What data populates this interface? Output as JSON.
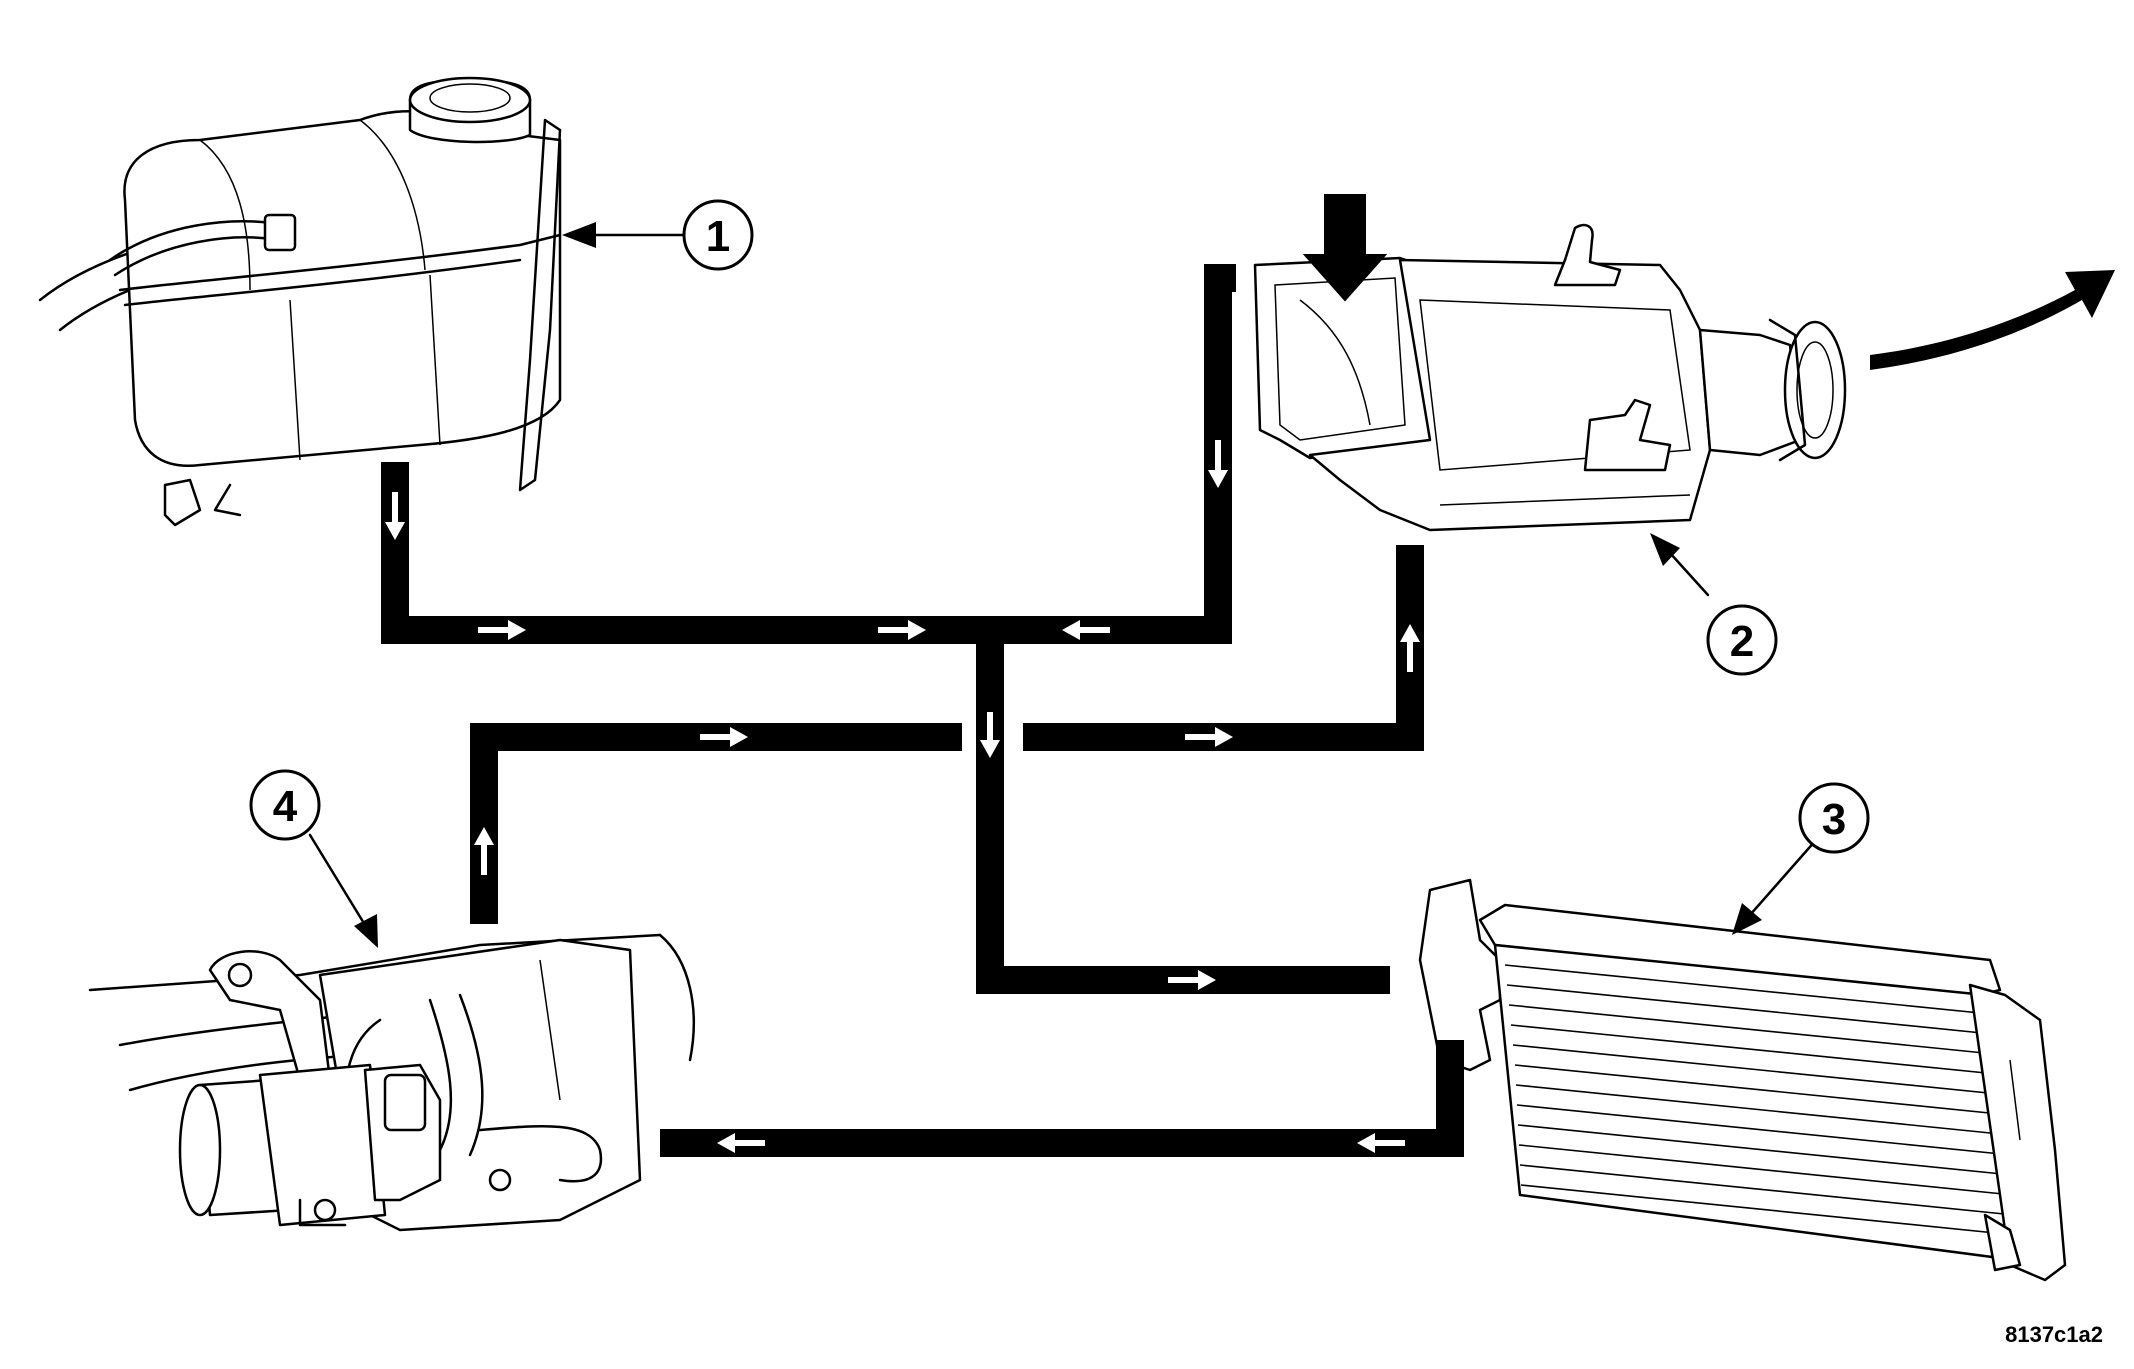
{
  "diagram": {
    "callouts": [
      {
        "id": "callout-1",
        "label": "1"
      },
      {
        "id": "callout-2",
        "label": "2"
      },
      {
        "id": "callout-3",
        "label": "3"
      },
      {
        "id": "callout-4",
        "label": "4"
      }
    ],
    "figure_id": "8137c1a2",
    "colors": {
      "line": "#000000",
      "background": "#ffffff",
      "arrow_fill": "#ffffff"
    }
  }
}
